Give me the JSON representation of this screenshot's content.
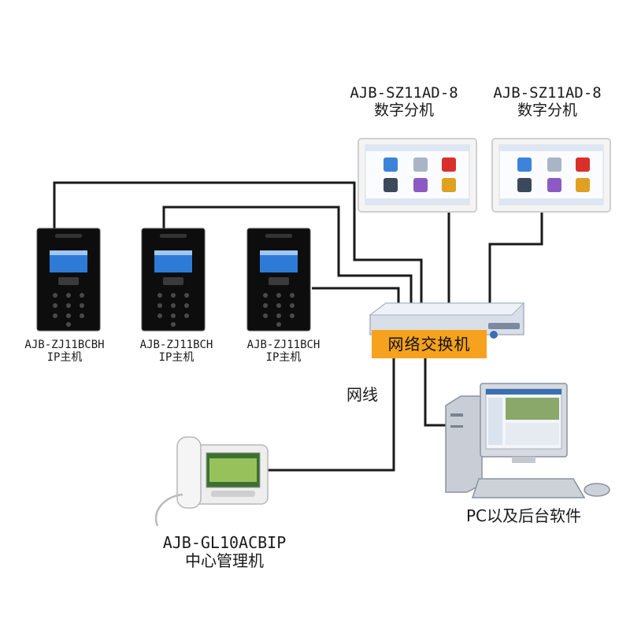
{
  "devices": {
    "indoor_units": [
      {
        "model": "AJB-SZ11AD-8",
        "name": "数字分机"
      },
      {
        "model": "AJB-SZ11AD-8",
        "name": "数字分机"
      }
    ],
    "door_stations": [
      {
        "model": "AJB-ZJ11BCBH",
        "name": "IP主机"
      },
      {
        "model": "AJB-ZJ11BCH",
        "name": "IP主机"
      },
      {
        "model": "AJB-ZJ11BCH",
        "name": "IP主机"
      }
    ],
    "switch": {
      "name": "网络交换机"
    },
    "cable": {
      "name": "网线"
    },
    "pc": {
      "name": "PC以及后台软件"
    },
    "management": {
      "model": "AJB-GL10ACBIP",
      "name": "中心管理机"
    }
  },
  "colors": {
    "line": "#1a1a1a",
    "switch_label_bg": "#f6a21e",
    "door_panel": "#0d0d0d",
    "screen_blue": "#2d7bd6"
  }
}
